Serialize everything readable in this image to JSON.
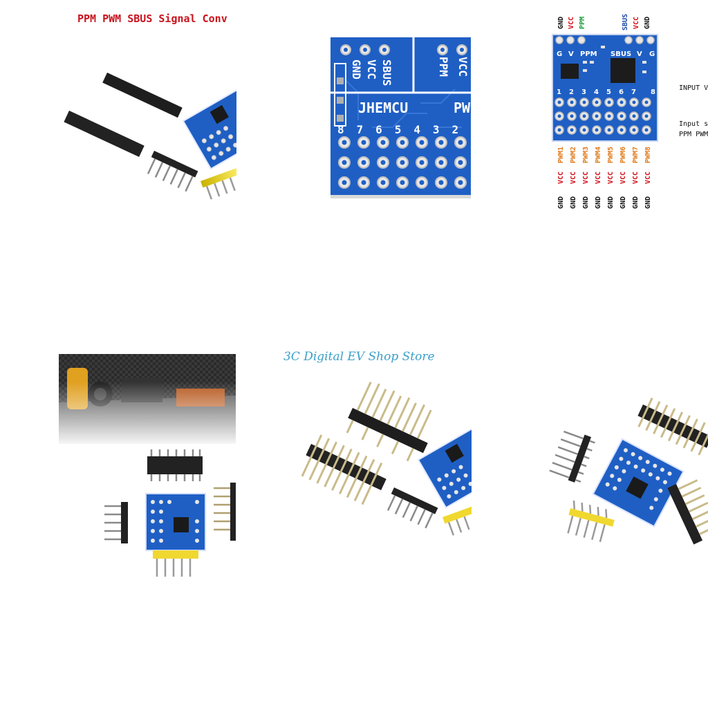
{
  "tiles": {
    "t1": {
      "title": "PPM PWM SBUS Signal Conv"
    },
    "t2": {
      "pads_top": [
        "GND",
        "VCC",
        "SBUS",
        "PPM",
        "VCC"
      ],
      "brand": "JHEMCU",
      "brand_right": "PW",
      "numbers": [
        "8",
        "7",
        "6",
        "5",
        "4",
        "3",
        "2"
      ]
    },
    "t3": {
      "top_left": [
        "GND",
        "VCC",
        "PPM"
      ],
      "top_right": [
        "SBUS",
        "VCC",
        "GND"
      ],
      "board_labels": [
        "G",
        "V",
        "PPM",
        "SBUS",
        "V",
        "G"
      ],
      "board_numbers": [
        "1",
        "2",
        "3",
        "4",
        "5",
        "6",
        "7",
        "8"
      ],
      "pwm": [
        "PWM1",
        "PWM2",
        "PWM3",
        "PWM4",
        "PWM5",
        "PWM6",
        "PWM7",
        "PWM8"
      ],
      "vcc": [
        "VCC",
        "VCC",
        "VCC",
        "VCC",
        "VCC",
        "VCC",
        "VCC",
        "VCC"
      ],
      "gnd": [
        "GND",
        "GND",
        "GND",
        "GND",
        "GND",
        "GND",
        "GND",
        "GND"
      ],
      "input_v": "INPUT V",
      "input_s": "Input s",
      "input_modes": "PPM PWM"
    },
    "t5": {
      "watermark": "3C Digital EV Shop Store"
    }
  },
  "colors": {
    "pcb_blue": "#1f5fc4",
    "title_red": "#c8141e",
    "pwm_orange": "#e07a1a",
    "vcc_red": "#d2141e",
    "ppm_green": "#1a9a3a",
    "sbus_blue": "#1a4aa8",
    "watermark": "#3aa0c8"
  }
}
